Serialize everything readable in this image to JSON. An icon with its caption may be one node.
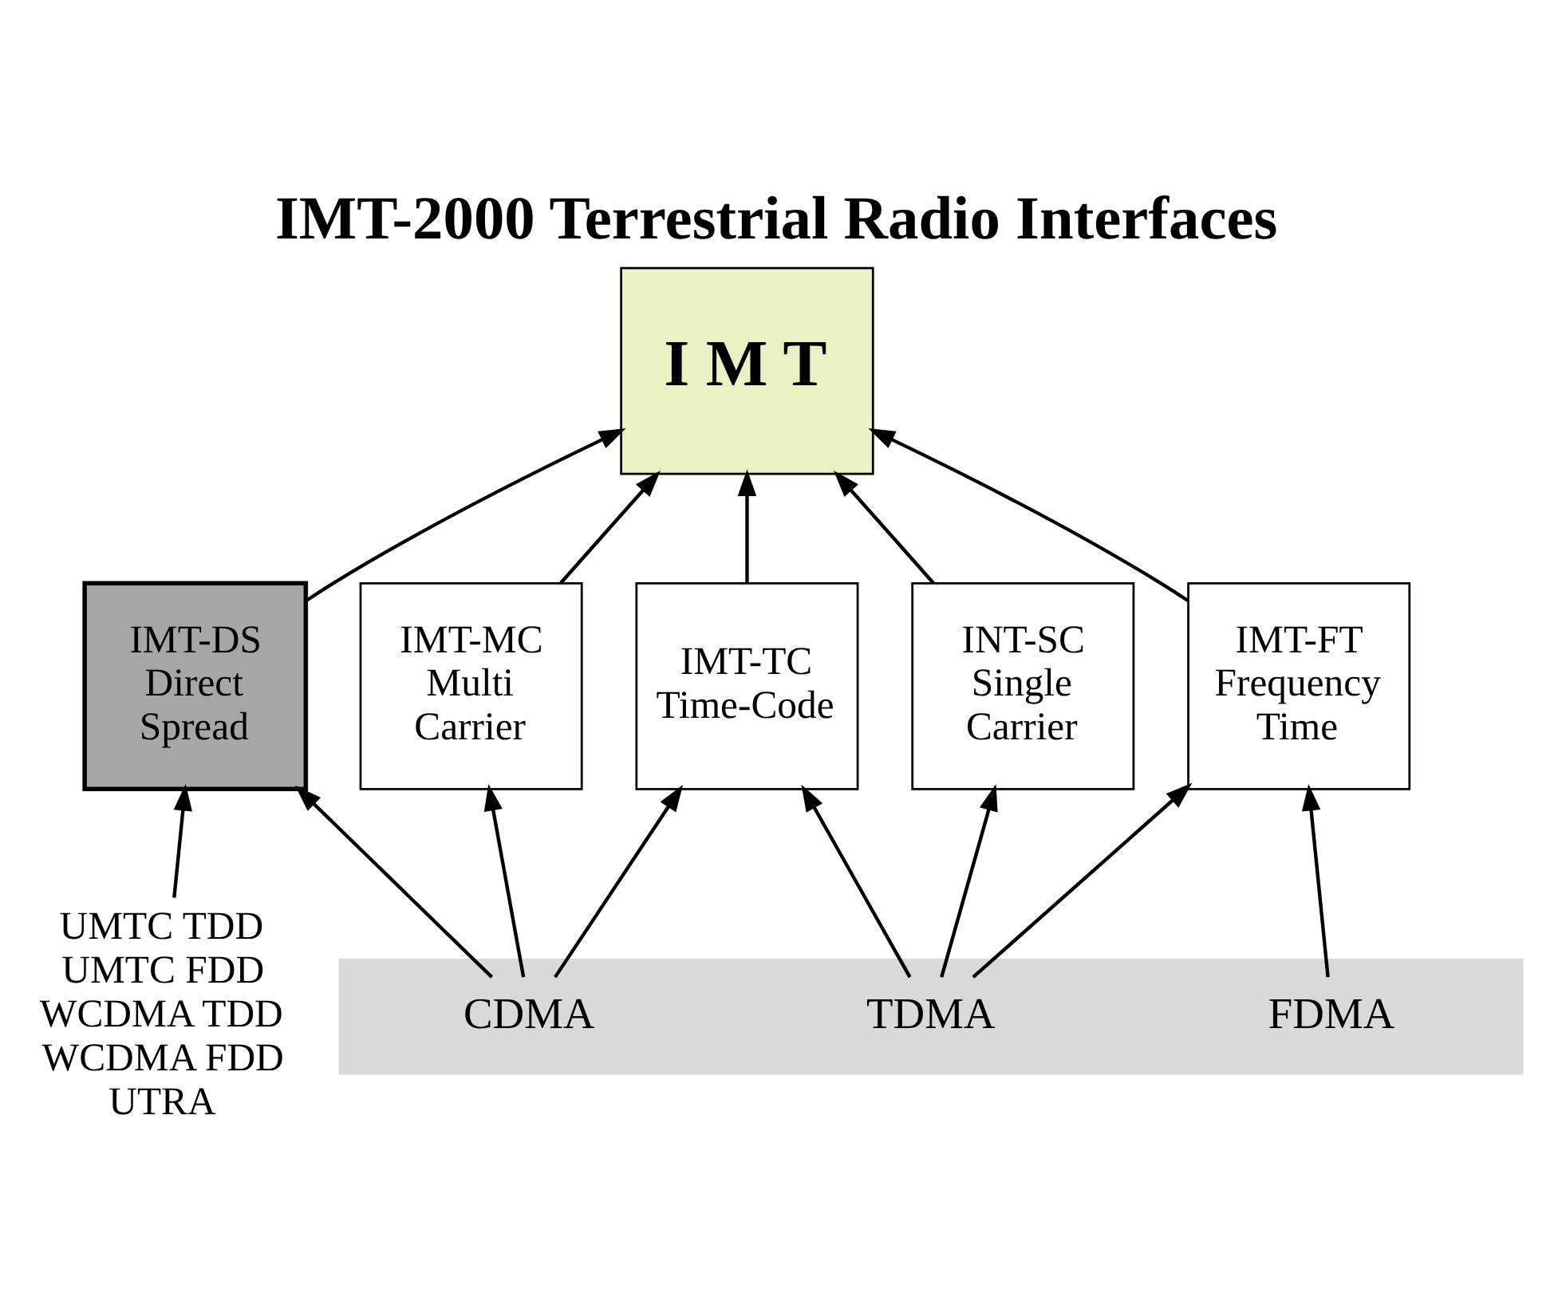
{
  "diagram": {
    "title": "IMT-2000 Terrestrial Radio Interfaces",
    "nodes": [
      {
        "text": [
          "I M T"
        ]
      },
      {
        "text": [
          "IMT-DS Direct Spread"
        ]
      },
      {
        "text": [
          "IMT-MC Multi Carrier"
        ]
      },
      {
        "text": [
          "IMT-TC Time-Code"
        ]
      },
      {
        "text": [
          "INT-SC Single Carrier"
        ]
      },
      {
        "text": [
          "IMT-FT Frequency Time"
        ]
      },
      {
        "text": [],
        "shape": "bar"
      },
      {
        "text": [
          "CDMA"
        ],
        "in": 6
      },
      {
        "text": [
          "TDMA"
        ],
        "in": 6
      },
      {
        "text": [
          "FDMA"
        ],
        "in": 6
      },
      {
        "text": [
          "UMTC TDD",
          "UMTC FDD",
          "WCDMA TDD",
          "WCDMA FDD",
          "UTRA"
        ]
      }
    ],
    "edges": [
      {
        "from": 1,
        "to": 0,
        "arrow": "to"
      },
      {
        "from": 2,
        "to": 0,
        "arrow": "to"
      },
      {
        "from": 3,
        "to": 0,
        "arrow": "to"
      },
      {
        "from": 4,
        "to": 0,
        "arrow": "to"
      },
      {
        "from": 5,
        "to": 0,
        "arrow": "to"
      },
      {
        "from": 7,
        "to": 1,
        "arrow": "to"
      },
      {
        "from": 7,
        "to": 2,
        "arrow": "to"
      },
      {
        "from": 7,
        "to": 3,
        "arrow": "to"
      },
      {
        "from": 8,
        "to": 3,
        "arrow": "to"
      },
      {
        "from": 8,
        "to": 4,
        "arrow": "to"
      },
      {
        "from": 8,
        "to": 5,
        "arrow": "to"
      },
      {
        "from": 9,
        "to": 5,
        "arrow": "to"
      },
      {
        "from": 10,
        "to": 1,
        "arrow": "to"
      }
    ]
  }
}
